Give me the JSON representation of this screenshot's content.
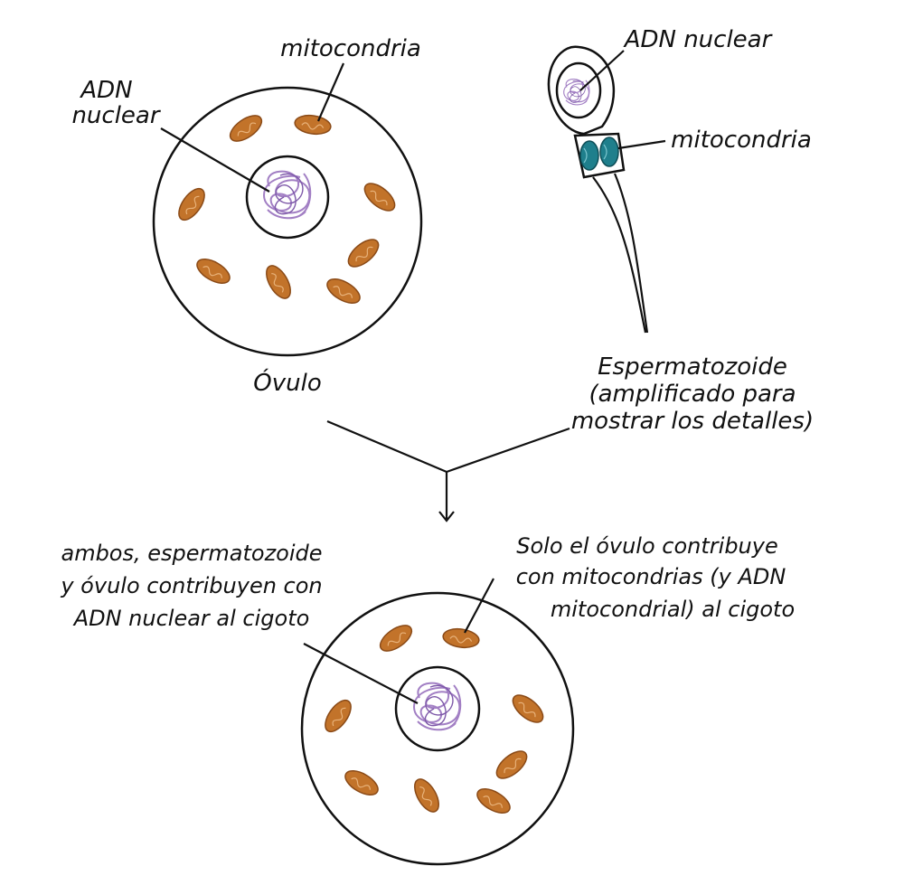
{
  "egg": {
    "label_mito": "mitocondria",
    "label_dna_line1": "ADN",
    "label_dna_line2": "nuclear",
    "caption": "Óvulo"
  },
  "sperm": {
    "label_dna": "ADN nuclear",
    "label_mito": "mitocondria",
    "caption_line1": "Espermatozoide",
    "caption_line2": "(amplificado para",
    "caption_line3": "mostrar los detalles)"
  },
  "zygote": {
    "left_line1": "ambos, espermatozoide",
    "left_line2": "y óvulo contribuyen con",
    "left_line3": "ADN nuclear al cigoto",
    "right_line1": "Solo el óvulo contribuye",
    "right_line2": "con mitocondrias (y ADN",
    "right_line3": "mitocondrial) al cigoto"
  },
  "colors": {
    "mitochondria": "#c2732a",
    "dna": "#a27fc4",
    "sperm_mitochondria": "#1f7f8c"
  }
}
